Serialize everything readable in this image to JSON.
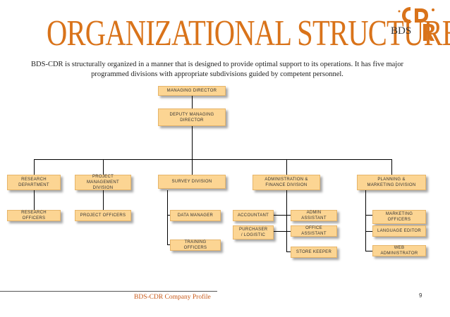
{
  "header": {
    "title": "ORGANIZATIONAL STRUCTURE",
    "logo_text": "BDS",
    "logo_letters": "CDR",
    "intro": "BDS-CDR is structurally organized in a manner that is designed to provide optimal support to its operations. It has five major programmed divisions with appropriate subdivisions guided by competent personnel."
  },
  "org": {
    "managing_director": "MANAGING DIRECTOR",
    "deputy_managing_director": "DEPUTY MANAGING DIRECTOR",
    "divisions": {
      "research": "RESEARCH DEPARTMENT",
      "project_management": "PROJECT MANAGEMENT DIVISION",
      "survey": "SURVEY DIVISION",
      "administration": "ADMINISTRATION & FINANCE DIVISION",
      "planning": "PLANNING & MARKETING DIVISION"
    },
    "units": {
      "research_officers": "RESEARCH OFFICERS",
      "project_officers": "PROJECT OFFICERS",
      "data_manager": "DATA MANAGER",
      "training_officers": "TRAINING OFFICERS",
      "accountant": "ACCOUNTANT",
      "purchaser_logistic": "PURCHASER / LOGISTIC",
      "admin_assistant": "ADMIN ASSISTANT",
      "office_assistant": "OFFICE ASSISTANT",
      "store_keeper": "STORE KEEPER",
      "marketing_officers": "MARKETING OFFICERS",
      "language_editor": "LANGUAGE EDITOR",
      "web_administrator": "WEB ADMINISTRATOR"
    }
  },
  "footer": {
    "text": "BDS-CDR Company Profile",
    "page_number": "9"
  },
  "colors": {
    "title": "#d9731a",
    "box_fill": "#fcd593",
    "footer_text": "#c85a1a"
  }
}
